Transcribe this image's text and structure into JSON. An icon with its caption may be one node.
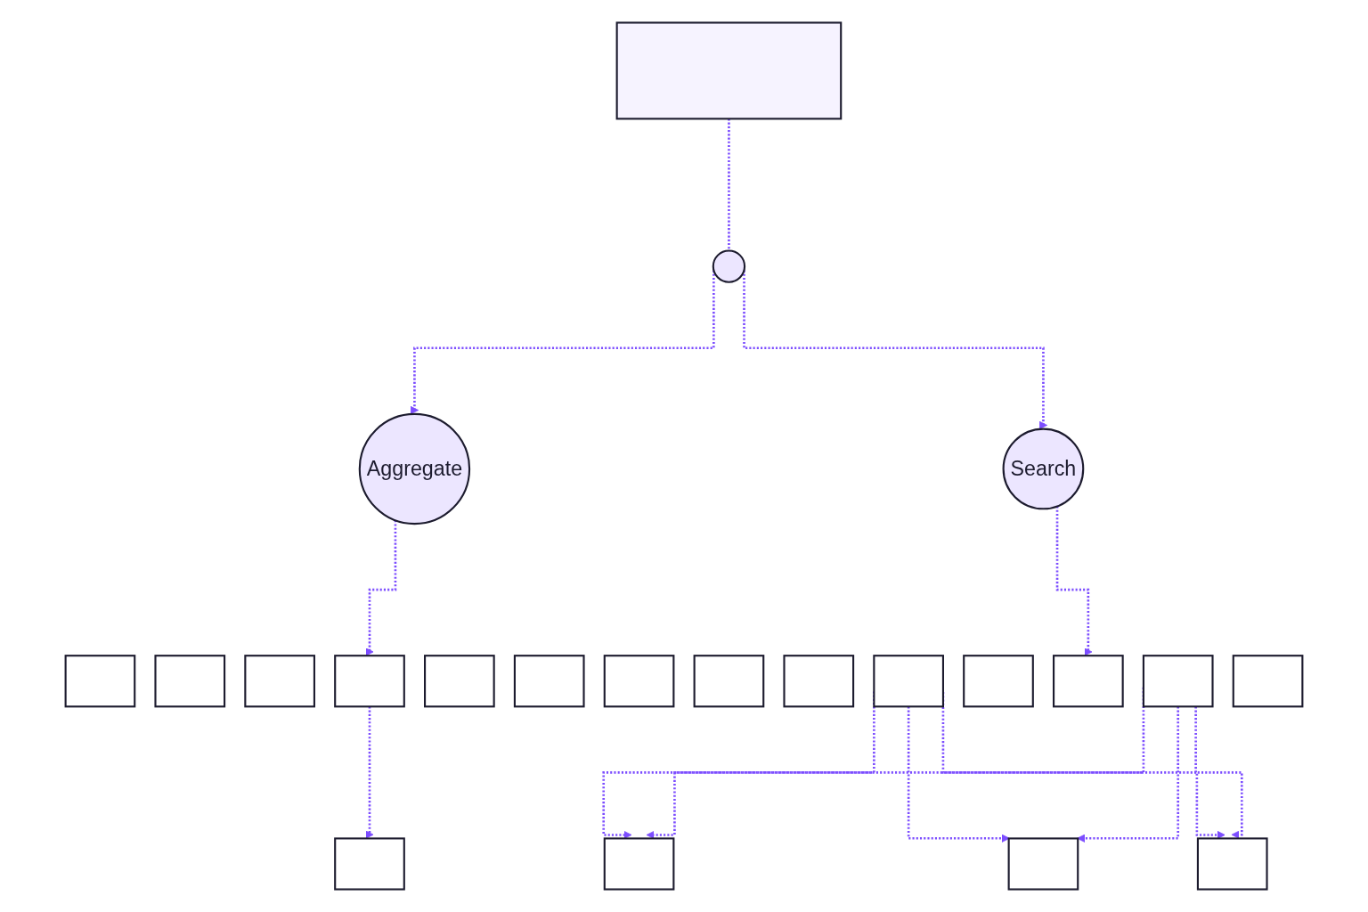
{
  "diagram": {
    "nodes": [
      {
        "text": [],
        "shape": "bar"
      },
      {
        "text": [],
        "shape": "circle"
      },
      {
        "text": [
          "Aggregate"
        ]
      },
      {
        "text": [
          "Search"
        ]
      },
      {
        "text": [],
        "shape": "box"
      },
      {
        "text": [],
        "shape": "box"
      },
      {
        "text": [],
        "shape": "box"
      },
      {
        "text": [],
        "shape": "box"
      },
      {
        "text": [],
        "shape": "box"
      },
      {
        "text": [],
        "shape": "box"
      },
      {
        "text": [],
        "shape": "box"
      },
      {
        "text": [],
        "shape": "box"
      },
      {
        "text": [],
        "shape": "box"
      },
      {
        "text": [],
        "shape": "box"
      },
      {
        "text": [],
        "shape": "box"
      },
      {
        "text": [],
        "shape": "box"
      },
      {
        "text": [],
        "shape": "box"
      },
      {
        "text": [],
        "shape": "box"
      },
      {
        "text": [],
        "shape": "box"
      },
      {
        "text": [],
        "shape": "box"
      },
      {
        "text": [],
        "shape": "box"
      },
      {
        "text": [],
        "shape": "box"
      }
    ],
    "edges": [
      {
        "from": 0,
        "to": 1,
        "arrow": "none",
        "style": "dashed"
      },
      {
        "from": 1,
        "to": 2,
        "arrow": "to",
        "style": "dashed"
      },
      {
        "from": 1,
        "to": 3,
        "arrow": "to",
        "style": "dashed"
      },
      {
        "from": 2,
        "to": 7,
        "arrow": "to",
        "style": "dashed"
      },
      {
        "from": 3,
        "to": 15,
        "arrow": "to",
        "style": "dashed"
      },
      {
        "from": 7,
        "to": 18,
        "arrow": "to",
        "style": "dashed"
      },
      {
        "from": 13,
        "to": 19,
        "arrow": "to",
        "style": "dashed"
      },
      {
        "from": 13,
        "to": 20,
        "arrow": "to",
        "style": "dashed"
      },
      {
        "from": 13,
        "to": 21,
        "arrow": "to",
        "style": "dashed"
      },
      {
        "from": 16,
        "to": 19,
        "arrow": "to",
        "style": "dashed"
      },
      {
        "from": 16,
        "to": 20,
        "arrow": "to",
        "style": "dashed"
      },
      {
        "from": 16,
        "to": 21,
        "arrow": "to",
        "style": "dashed"
      }
    ]
  }
}
